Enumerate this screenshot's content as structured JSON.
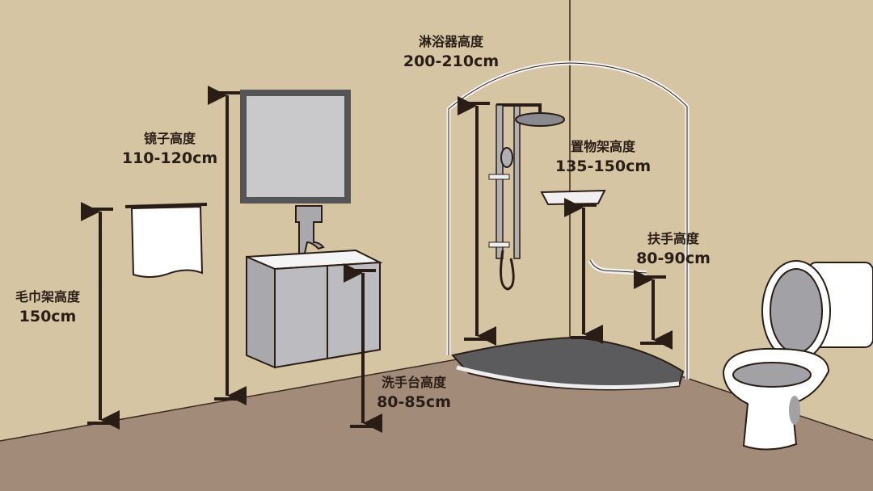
{
  "colors": {
    "wall": "#d5c5a3",
    "floor": "#a38b79",
    "arrow": "#2a1d16",
    "fixture_gray": "#b9b9bd"
  },
  "labels": {
    "mirror": {
      "title": "镜子高度",
      "value": "110-120cm"
    },
    "towel_rack": {
      "title": "毛巾架高度",
      "value": "150cm"
    },
    "shower": {
      "title": "淋浴器高度",
      "value": "200-210cm"
    },
    "shelf": {
      "title": "置物架高度",
      "value": "135-150cm"
    },
    "handrail": {
      "title": "扶手高度",
      "value": "80-90cm"
    },
    "washbasin": {
      "title": "洗手台高度",
      "value": "80-85cm"
    }
  }
}
